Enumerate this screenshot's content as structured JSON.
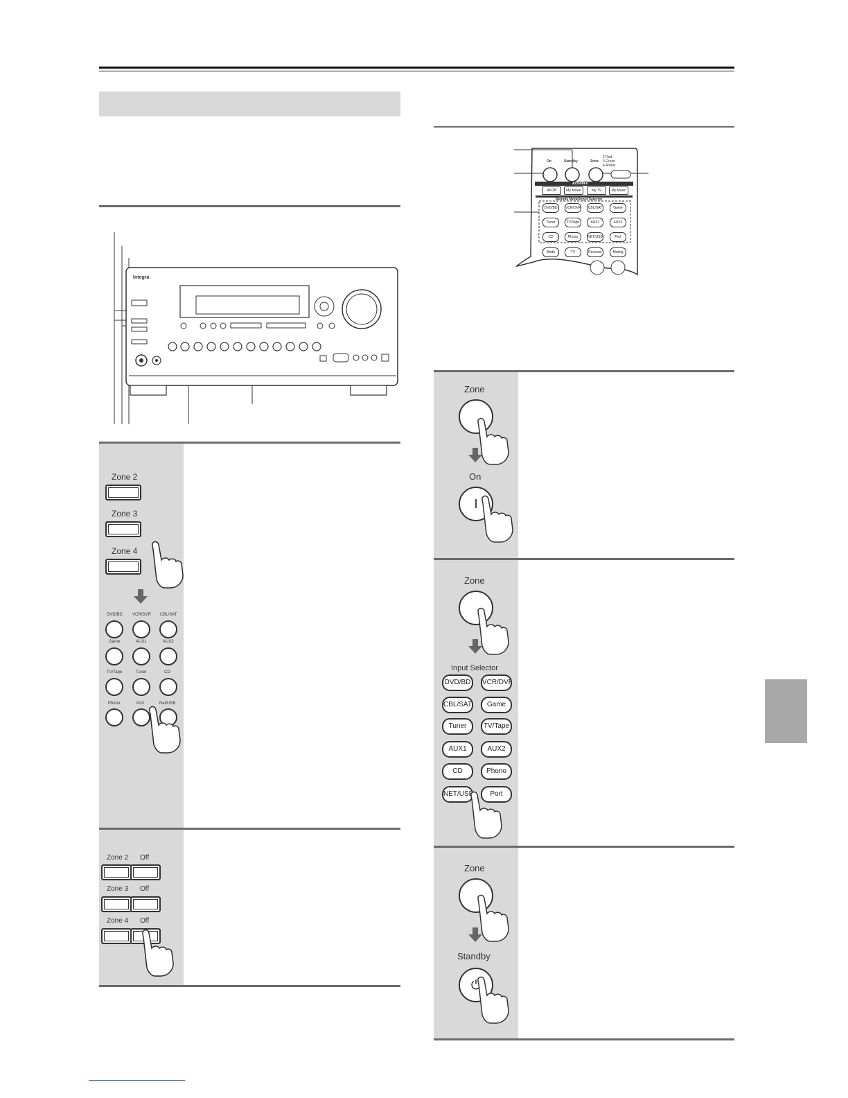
{
  "front_panel_steps": {
    "select_zone": {
      "zone_buttons": [
        "Zone 2",
        "Zone 3",
        "Zone 4"
      ],
      "input_buttons": [
        [
          "DVD/BD",
          "VCR/DVR",
          "CBL/SAT"
        ],
        [
          "Game",
          "AUX1",
          "AUX2"
        ],
        [
          "TV/Tape",
          "Tuner",
          "CD"
        ],
        [
          "Phono",
          "Port",
          "Net/USB"
        ]
      ]
    },
    "turn_off": {
      "rows": [
        {
          "zone": "Zone 2",
          "off": "Off"
        },
        {
          "zone": "Zone 3",
          "off": "Off"
        },
        {
          "zone": "Zone 4",
          "off": "Off"
        }
      ]
    }
  },
  "receiver": {
    "brand": "Integra"
  },
  "remote": {
    "on_label": "On",
    "standby_label": "Standby",
    "zone_label": "Zone",
    "zone_colors": [
      "2  Red",
      "3  Green",
      "4  Amber"
    ],
    "activities_label": "Activities",
    "activity_buttons": [
      "All Off",
      "My Movie",
      "My TV",
      "My Music"
    ],
    "selector_label": "Remote Mode/Input Selector",
    "selector_buttons": [
      [
        "DVD/BD",
        "VCR/DVR",
        "CBL/SAT",
        "Game"
      ],
      [
        "Tuner",
        "TV/Tape",
        "AUX1",
        "AUX2"
      ],
      [
        "CD",
        "Phono",
        "NET/USB",
        "Port"
      ],
      [
        "Mode",
        "TV",
        "Receiver",
        "Muting"
      ]
    ]
  },
  "remote_steps": {
    "step1": {
      "zone": "Zone",
      "on": "On",
      "on_symbol": "I"
    },
    "step2": {
      "zone": "Zone",
      "input_selector": "Input Selector",
      "inputs": [
        [
          "DVD/BD",
          "VCR/DVR"
        ],
        [
          "CBL/SAT",
          "Game"
        ],
        [
          "Tuner",
          "TV/Tape"
        ],
        [
          "AUX1",
          "AUX2"
        ],
        [
          "CD",
          "Phono"
        ],
        [
          "NET/USB",
          "Port"
        ]
      ]
    },
    "step3": {
      "zone": "Zone",
      "standby": "Standby",
      "standby_symbol": "⏻"
    }
  }
}
